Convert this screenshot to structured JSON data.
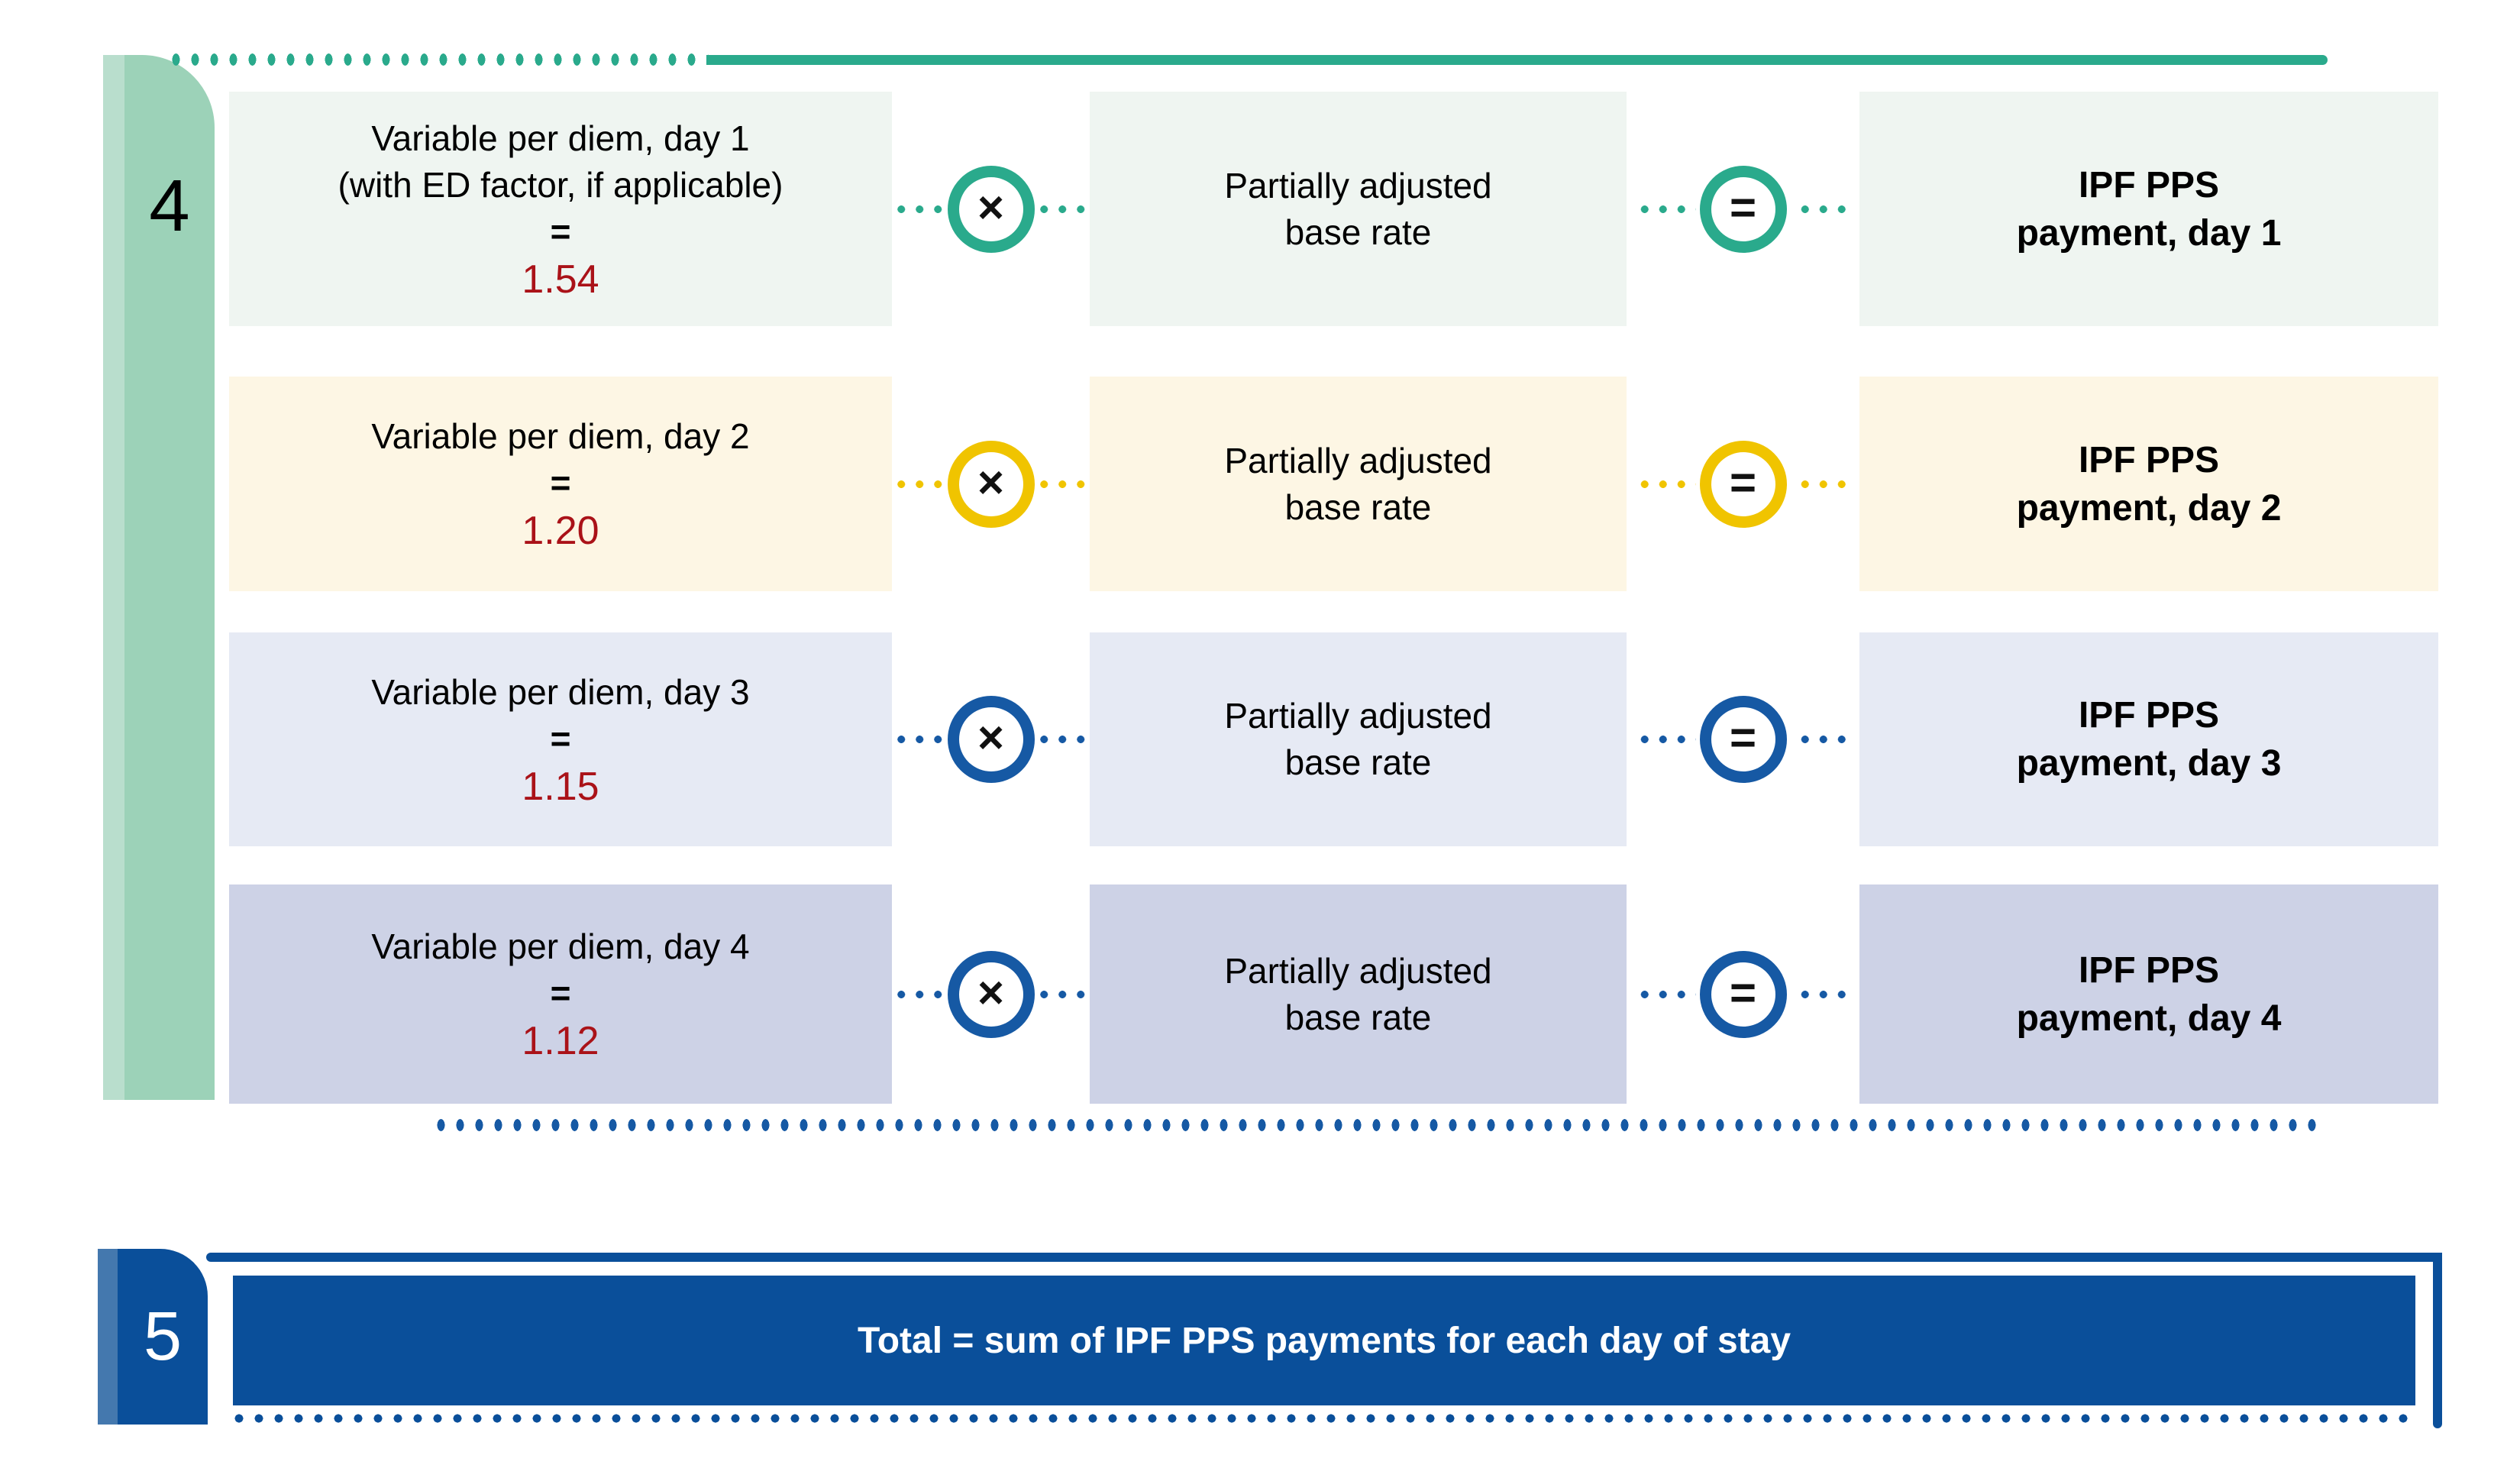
{
  "steps": {
    "step4": {
      "number": "4",
      "rows": [
        {
          "label_line1": "Variable per diem, day 1",
          "label_line2": "(with ED factor, if applicable)",
          "equals_sign": "=",
          "value": "1.54",
          "multiply_symbol": "×",
          "middle_label_line1": "Partially adjusted",
          "middle_label_line2": "base rate",
          "equals_symbol": "=",
          "result_line1": "IPF PPS",
          "result_line2": "payment, day 1",
          "accent_color": "#2aaa8c",
          "box_color": "#eff5f1"
        },
        {
          "label_line1": "Variable per diem, day 2",
          "equals_sign": "=",
          "value": "1.20",
          "multiply_symbol": "×",
          "middle_label_line1": "Partially adjusted",
          "middle_label_line2": "base rate",
          "equals_symbol": "=",
          "result_line1": "IPF PPS",
          "result_line2": "payment, day 2",
          "accent_color": "#f0c400",
          "box_color": "#fdf6e4"
        },
        {
          "label_line1": "Variable per diem, day 3",
          "equals_sign": "=",
          "value": "1.15",
          "multiply_symbol": "×",
          "middle_label_line1": "Partially adjusted",
          "middle_label_line2": "base rate",
          "equals_symbol": "=",
          "result_line1": "IPF PPS",
          "result_line2": "payment, day 3",
          "accent_color": "#1659a4",
          "box_color": "#e6eaf4"
        },
        {
          "label_line1": "Variable per diem, day 4",
          "equals_sign": "=",
          "value": "1.12",
          "multiply_symbol": "×",
          "middle_label_line1": "Partially adjusted",
          "middle_label_line2": "base rate",
          "equals_symbol": "=",
          "result_line1": "IPF PPS",
          "result_line2": "payment, day 4",
          "accent_color": "#1659a4",
          "box_color": "#cdd2e6"
        }
      ]
    },
    "step5": {
      "number": "5",
      "total_label": "Total = sum of IPF PPS payments for each day of stay",
      "bar_color": "#0a4f9a"
    }
  },
  "colors": {
    "teal_accent": "#2aaa8c",
    "yellow_accent": "#f0c400",
    "blue_accent": "#1659a4",
    "dark_blue_bar": "#0a4f9a",
    "step4_tab": "#9cd2b8",
    "step4_tab_edge": "#b9decd",
    "step5_tab_edge": "#4478ae",
    "value_red": "#aa1218"
  }
}
